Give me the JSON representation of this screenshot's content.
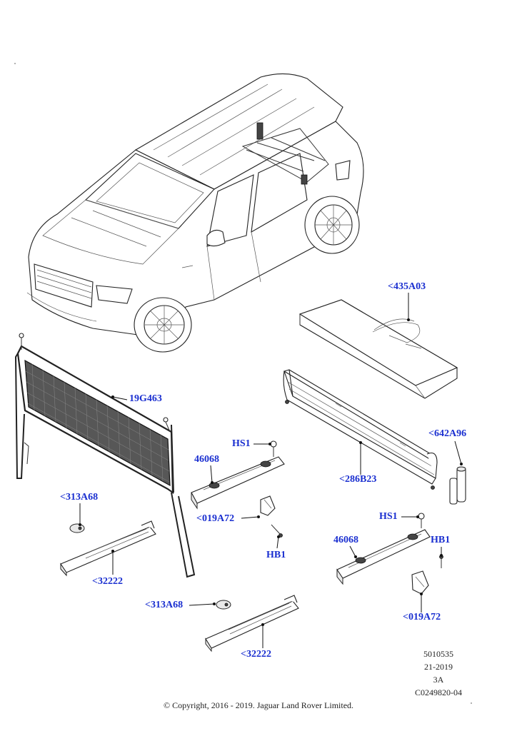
{
  "callouts": {
    "c435A03": "<435A03",
    "c19G463": "19G463",
    "c642A96": "<642A96",
    "cHS1a": "HS1",
    "c46068a": "46068",
    "c286B23": "<286B23",
    "c313A68a": "<313A68",
    "c019A72a": "<019A72",
    "cHB1a": "HB1",
    "cHS1b": "HS1",
    "c46068b": "46068",
    "cHB1b": "HB1",
    "c32222a": "<32222",
    "c019A72b": "<019A72",
    "c313A68b": "<313A68",
    "c32222b": "<32222"
  },
  "reference": {
    "line1": "5010535",
    "line2": "21-2019",
    "line3": "3A",
    "line4": "C0249820-04"
  },
  "copyright": "© Copyright, 2016 - 2019. Jaguar Land Rover Limited."
}
